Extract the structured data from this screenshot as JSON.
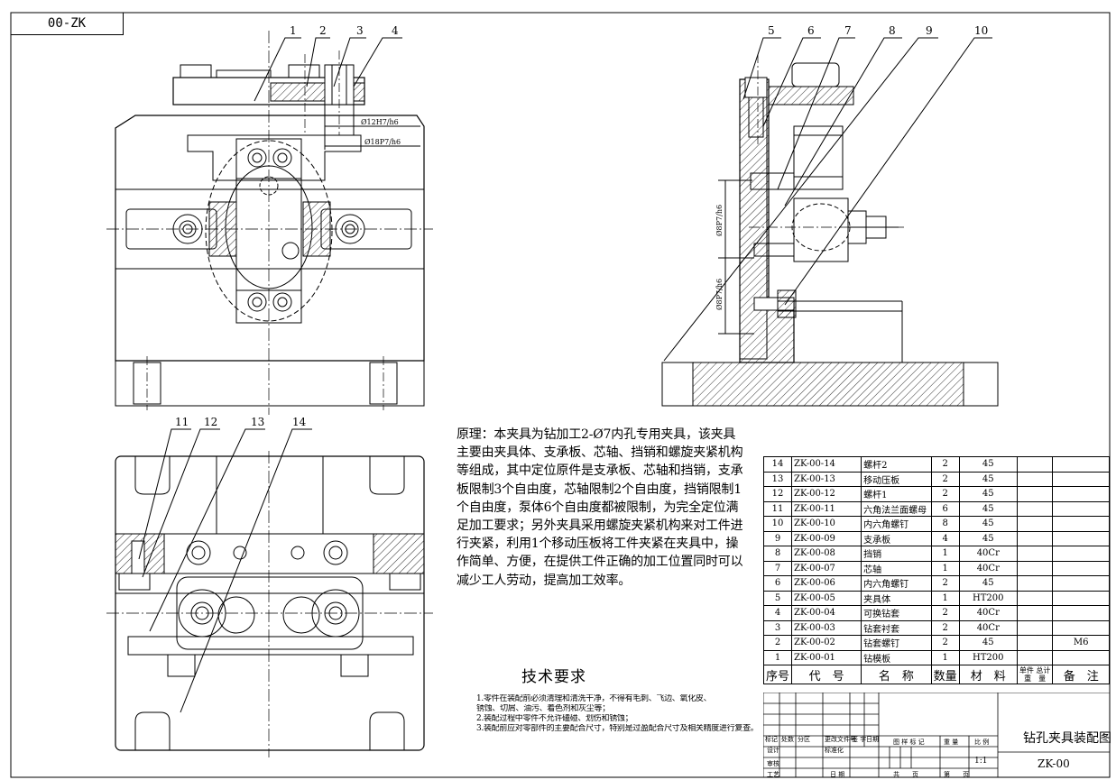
{
  "drawing_code": "00-ZK",
  "callouts": [
    "1",
    "2",
    "3",
    "4",
    "5",
    "6",
    "7",
    "8",
    "9",
    "10",
    "11",
    "12",
    "13",
    "14"
  ],
  "dimensions": {
    "d1": "Ø12H7/h6",
    "d2": "Ø18P7/h6",
    "d3": "Ø8P7/h6",
    "d4": "Ø8P7/h6"
  },
  "principle_text": "原理：本夹具为钻加工2-Ø7内孔专用夹具，该夹具主要由夹具体、支承板、芯轴、挡销和螺旋夹紧机构等组成，其中定位原件是支承板、芯轴和挡销，支承板限制3个自由度，芯轴限制2个自由度，挡销限制1个自由度，泵体6个自由度都被限制，为完全定位满足加工要求；另外夹具采用螺旋夹紧机构来对工件进行夹紧，利用1个移动压板将工件夹紧在夹具中，操作简单、方便，在提供工件正确的加工位置同时可以减少工人劳动，提高加工效率。",
  "requirements": {
    "title": "技术要求",
    "items": [
      "1.零件在装配前必须清理和清洗干净，不得有毛刺、飞边、氧化皮、",
      "   锈蚀、切屑、油污、着色剂和灰尘等；",
      "2.装配过程中零件不允许磕碰、划伤和锈蚀；",
      "3.装配前应对零部件的主要配合尺寸，特别是过盈配合尺寸及相关精度进行复查。"
    ]
  },
  "bom": {
    "rows": [
      {
        "no": "14",
        "code": "ZK-00-14",
        "name": "螺杆2",
        "qty": "2",
        "mat": "45",
        "note": ""
      },
      {
        "no": "13",
        "code": "ZK-00-13",
        "name": "移动压板",
        "qty": "2",
        "mat": "45",
        "note": ""
      },
      {
        "no": "12",
        "code": "ZK-00-12",
        "name": "螺杆1",
        "qty": "2",
        "mat": "45",
        "note": ""
      },
      {
        "no": "11",
        "code": "ZK-00-11",
        "name": "六角法兰面螺母",
        "qty": "6",
        "mat": "45",
        "note": ""
      },
      {
        "no": "10",
        "code": "ZK-00-10",
        "name": "内六角螺钉",
        "qty": "8",
        "mat": "45",
        "note": ""
      },
      {
        "no": "9",
        "code": "ZK-00-09",
        "name": "支承板",
        "qty": "4",
        "mat": "45",
        "note": ""
      },
      {
        "no": "8",
        "code": "ZK-00-08",
        "name": "挡销",
        "qty": "1",
        "mat": "40Cr",
        "note": ""
      },
      {
        "no": "7",
        "code": "ZK-00-07",
        "name": "芯轴",
        "qty": "1",
        "mat": "40Cr",
        "note": ""
      },
      {
        "no": "6",
        "code": "ZK-00-06",
        "name": "内六角螺钉",
        "qty": "2",
        "mat": "45",
        "note": ""
      },
      {
        "no": "5",
        "code": "ZK-00-05",
        "name": "夹具体",
        "qty": "1",
        "mat": "HT200",
        "note": ""
      },
      {
        "no": "4",
        "code": "ZK-00-04",
        "name": "可换钻套",
        "qty": "2",
        "mat": "40Cr",
        "note": ""
      },
      {
        "no": "3",
        "code": "ZK-00-03",
        "name": "钻套衬套",
        "qty": "2",
        "mat": "40Cr",
        "note": ""
      },
      {
        "no": "2",
        "code": "ZK-00-02",
        "name": "钻套螺钉",
        "qty": "2",
        "mat": "45",
        "note": "M6"
      },
      {
        "no": "1",
        "code": "ZK-00-01",
        "name": "钻模板",
        "qty": "1",
        "mat": "HT200",
        "note": ""
      }
    ],
    "header": {
      "no": "序号",
      "code": "代　号",
      "name": "名　称",
      "qty": "数量",
      "mat": "材　料",
      "weight_top": "单件 总计",
      "weight_bottom": "重　量",
      "note": "备　注"
    }
  },
  "title_block": {
    "title": "钻孔夹具装配图",
    "code": "ZK-00",
    "scale": "1:1",
    "labels": {
      "mark": "标记",
      "count": "处数",
      "zone": "分区",
      "doc": "更改文件号",
      "sign": "签 字",
      "date": "日期",
      "design": "设计",
      "std": "标准化",
      "review": "审核",
      "process": "工艺",
      "approve": "日 期",
      "stage": "图 样 标 记",
      "weight": "重 量",
      "scale_lbl": "比 例",
      "total": "共　　页",
      "sheet": "第　　页"
    }
  }
}
